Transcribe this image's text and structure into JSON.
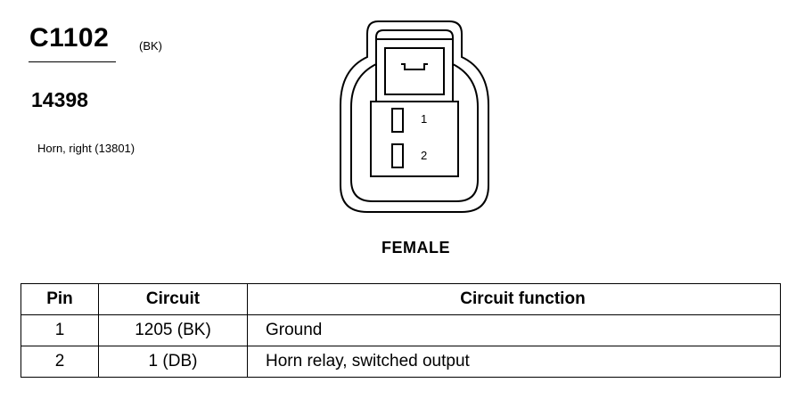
{
  "connector": {
    "id": "C1102",
    "color": "(BK)",
    "part_number": "14398",
    "description": "Horn, right (13801)",
    "gender": "FEMALE",
    "cavity_labels": [
      "1",
      "2"
    ]
  },
  "table": {
    "headers": {
      "pin": "Pin",
      "circuit": "Circuit",
      "function": "Circuit function"
    },
    "rows": [
      {
        "pin": "1",
        "circuit": "1205 (BK)",
        "function": "Ground"
      },
      {
        "pin": "2",
        "circuit": "1 (DB)",
        "function": "Horn relay, switched output"
      }
    ]
  }
}
